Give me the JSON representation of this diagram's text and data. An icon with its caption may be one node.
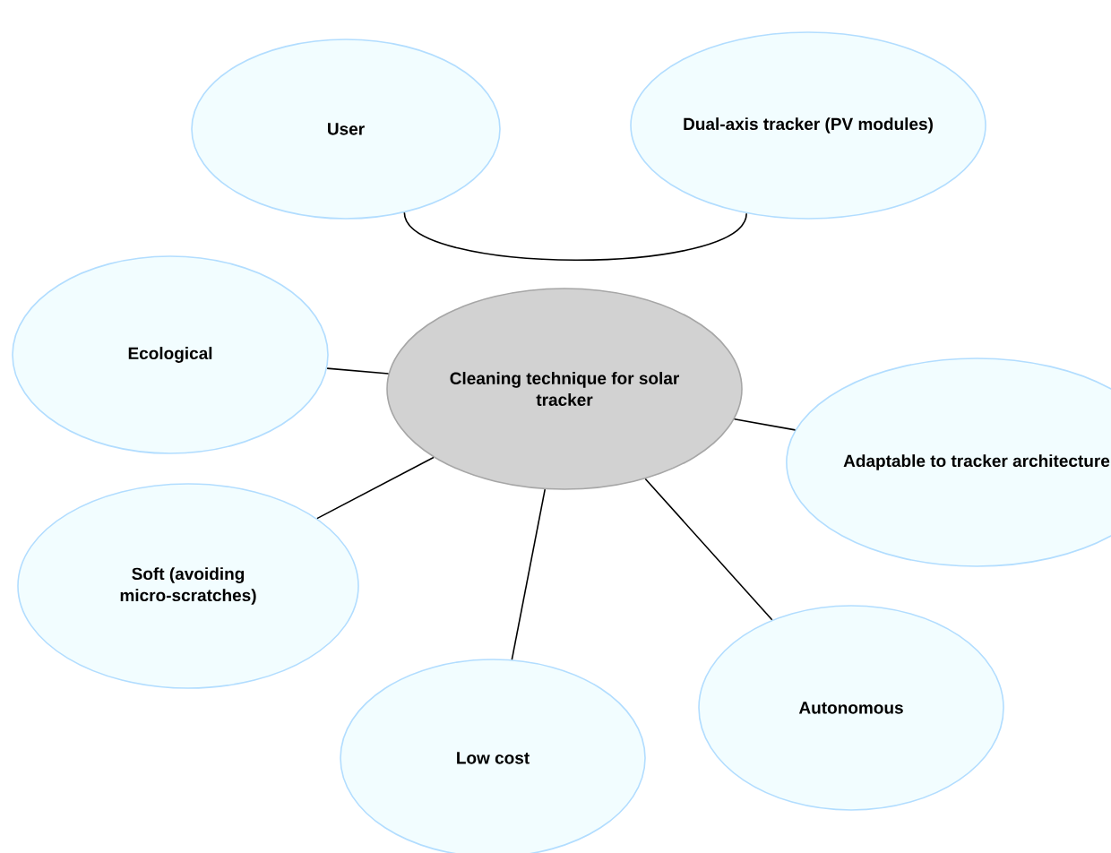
{
  "diagram": {
    "nodes": [
      {
        "text": [
          "User"
        ]
      },
      {
        "text": [
          "Dual-axis tracker (PV modules)"
        ]
      },
      {
        "text": [
          "Ecological"
        ]
      },
      {
        "text": [
          "Cleaning technique for solar tracker"
        ]
      },
      {
        "text": [
          "Adaptable to tracker architecture"
        ]
      },
      {
        "text": [
          "Soft (avoiding micro-scratches)"
        ]
      },
      {
        "text": [
          "Autonomous"
        ]
      },
      {
        "text": [
          "Low cost"
        ]
      }
    ],
    "edges": [
      {
        "from": 0,
        "to": 1,
        "arrow": "none"
      },
      {
        "from": 3,
        "to": 2,
        "arrow": "none"
      },
      {
        "from": 3,
        "to": 4,
        "arrow": "none"
      },
      {
        "from": 3,
        "to": 5,
        "arrow": "none"
      },
      {
        "from": 3,
        "to": 6,
        "arrow": "none"
      },
      {
        "from": 3,
        "to": 7,
        "arrow": "none"
      }
    ]
  }
}
